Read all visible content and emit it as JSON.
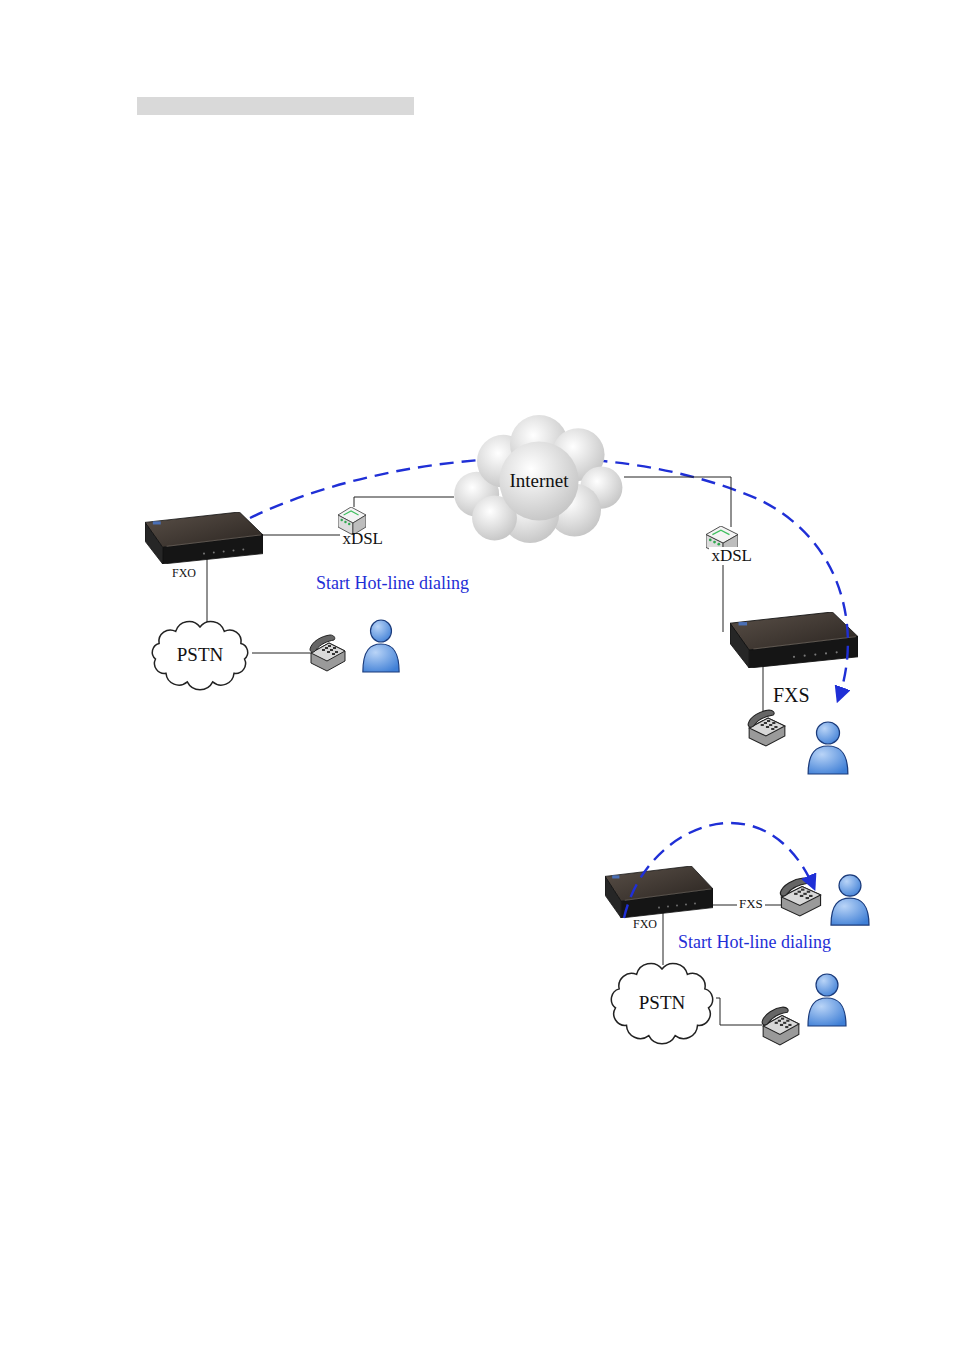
{
  "diagram": {
    "nodes": [
      {
        "text": [
          "Internet"
        ]
      },
      {
        "text": [
          "xDSL"
        ]
      },
      {
        "text": [
          "xDSL"
        ]
      },
      {
        "text": [
          "PSTN"
        ]
      },
      {
        "text": [
          "PSTN"
        ]
      }
    ],
    "edges": [
      {
        "from": 1,
        "to": 0,
        "arrow": "none"
      },
      {
        "from": 0,
        "to": 2,
        "arrow": "none"
      }
    ],
    "labels": [
      "FXO",
      "Start Hot-line dialing",
      "FXS",
      "FXS",
      "FXO",
      "Start Hot-line dialing"
    ]
  }
}
